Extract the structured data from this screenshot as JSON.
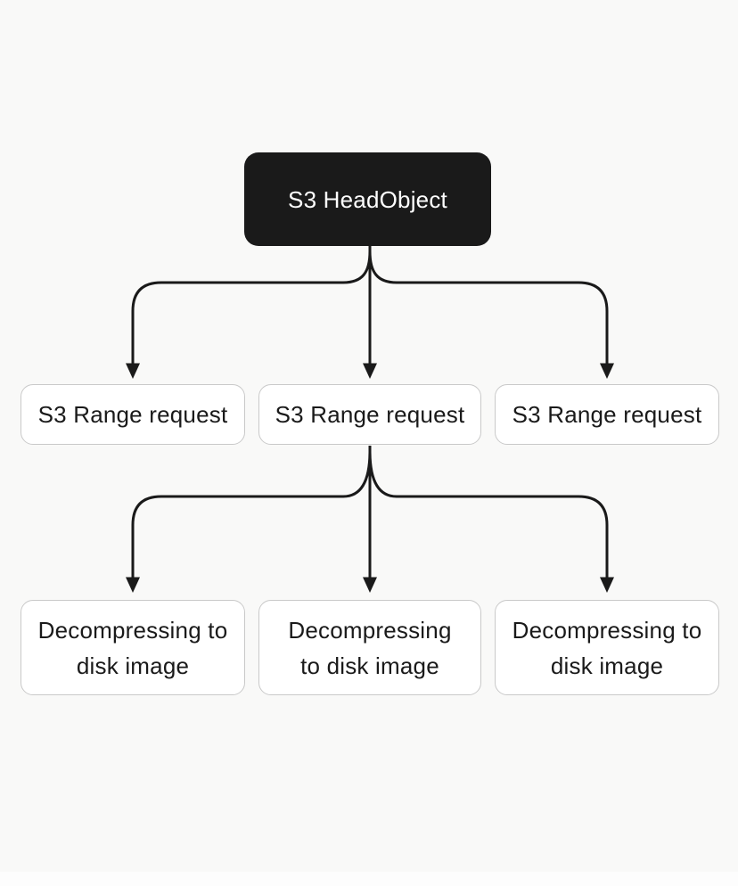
{
  "diagram": {
    "root": {
      "label": "S3 HeadObject"
    },
    "requests": [
      {
        "label": "S3 Range request"
      },
      {
        "label": "S3 Range request"
      },
      {
        "label": "S3 Range request"
      }
    ],
    "decompress": [
      {
        "label": "Decompressing to disk image"
      },
      {
        "label": "Decompressing to disk image"
      },
      {
        "label": "Decompressing to disk image"
      }
    ],
    "colors": {
      "background": "#f9f9f8",
      "root_node_bg": "#1a1a1a",
      "root_node_text": "#ffffff",
      "node_bg": "#ffffff",
      "node_border": "#c9c9c9",
      "node_text": "#1a1a1a",
      "arrow": "#1a1a1a"
    }
  }
}
